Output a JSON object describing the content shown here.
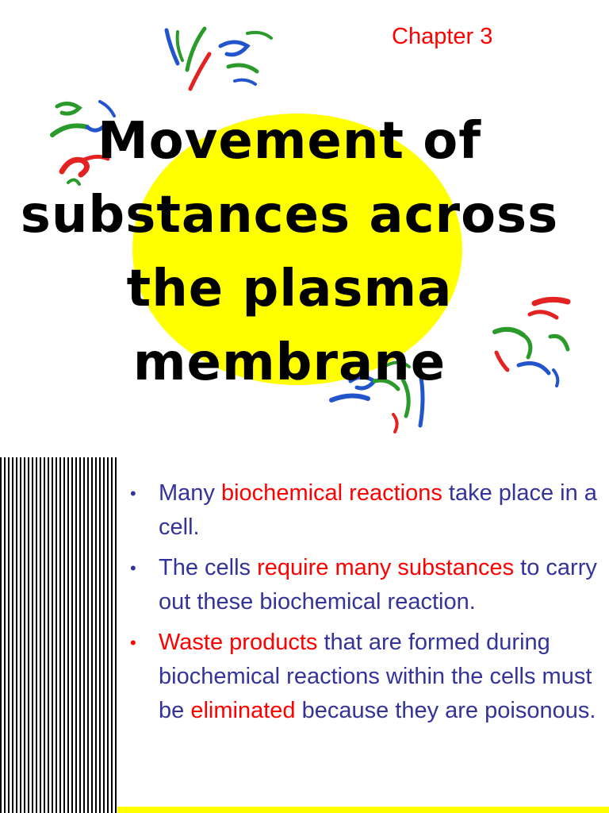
{
  "title_slide": {
    "chapter": "Chapter 3",
    "title_lines": [
      "Movement of",
      "substances across",
      "the plasma",
      "membrane"
    ],
    "colors": {
      "circle": "#ffff00",
      "chapter": "#ff0000",
      "title": "#000000",
      "figure_red": "#e52222",
      "figure_green": "#2a9a2a",
      "figure_blue": "#2255cc"
    },
    "decorations": [
      "dancing-figures-top",
      "dancing-figures-left",
      "dancing-figures-right",
      "dancing-figures-bottom"
    ]
  },
  "bullet_slide": {
    "colors": {
      "text": "#333399",
      "highlight": "#ff0000",
      "barcode": "#000000",
      "stripe": "#ffff00"
    },
    "bullets": [
      {
        "parts": [
          {
            "text": "Many ",
            "color": "blue"
          },
          {
            "text": "biochemical reactions",
            "color": "red"
          },
          {
            "text": " take place in a cell.",
            "color": "blue"
          }
        ],
        "bullet_color": "blue"
      },
      {
        "parts": [
          {
            "text": "The cells ",
            "color": "blue"
          },
          {
            "text": "require many substances",
            "color": "red"
          },
          {
            "text": " to carry out these biochemical reaction.",
            "color": "blue"
          }
        ],
        "bullet_color": "blue"
      },
      {
        "parts": [
          {
            "text": "Waste products",
            "color": "red"
          },
          {
            "text": " that are formed during biochemical reactions within the cells must be ",
            "color": "blue"
          },
          {
            "text": "eliminated",
            "color": "red"
          },
          {
            "text": " because they are poisonous.",
            "color": "blue"
          }
        ],
        "bullet_color": "red"
      }
    ]
  }
}
